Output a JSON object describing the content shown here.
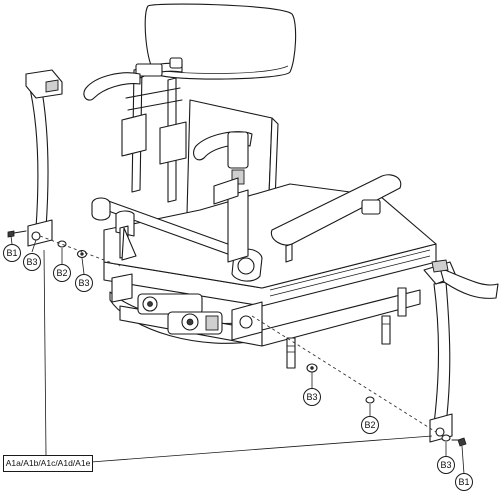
{
  "callouts": [
    {
      "key": "b1_left",
      "label": "B1"
    },
    {
      "key": "b3_left_a",
      "label": "B3"
    },
    {
      "key": "b2_left",
      "label": "B2"
    },
    {
      "key": "b3_left_b",
      "label": "B3"
    },
    {
      "key": "b3_center",
      "label": "B3"
    },
    {
      "key": "b2_center",
      "label": "B2"
    },
    {
      "key": "b3_right",
      "label": "B3"
    },
    {
      "key": "b1_right",
      "label": "B1"
    }
  ],
  "assembly_label": "A1a/A1b/A1c/A1d/A1e"
}
